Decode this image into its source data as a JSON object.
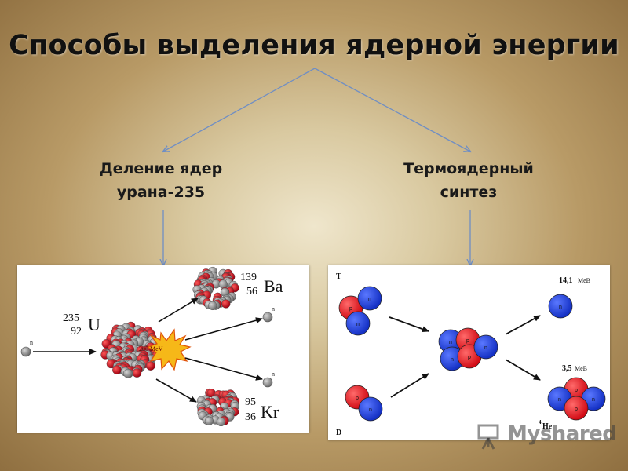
{
  "title": "Способы выделения ядерной энергии",
  "branches": {
    "fission": [
      "Деление ядер",
      "урана-235"
    ],
    "fusion": [
      "Термоядерный",
      "синтез"
    ]
  },
  "fission_diagram": {
    "uranium": {
      "mass": "235",
      "charge": "92",
      "symbol": "U"
    },
    "barium": {
      "mass": "139",
      "charge": "56",
      "symbol": "Ba"
    },
    "krypton": {
      "mass": "95",
      "charge": "36",
      "symbol": "Kr"
    },
    "energy": "200 MeV",
    "neutron": "n"
  },
  "fusion_diagram": {
    "tritium": "T",
    "deuterium": "D",
    "neutron": "n",
    "proton": "p",
    "energy_neutron_value": "14,1",
    "energy_helium_value": "3,5",
    "energy_unit": "MeB",
    "helium_mass": "4",
    "helium_symbol": "He"
  },
  "colors": {
    "proton": "#e8141c",
    "neutron": "#1f3fd8",
    "arrow": "#6f8ec4",
    "nucleon_gray": "#8c8c8c",
    "nucleon_red": "#c8101a",
    "flash": "#f6b818"
  },
  "watermark_text": "Myshared"
}
